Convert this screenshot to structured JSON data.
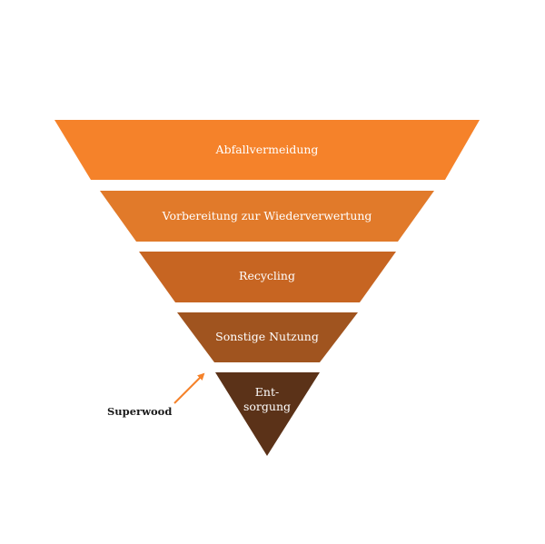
{
  "levels": [
    {
      "label": "Abfallvermeidung",
      "color": "#f5822a"
    },
    {
      "label": "Vorbereitung zur Wiederverwertung",
      "color": "#e17a2a"
    },
    {
      "label": "Recycling",
      "color": "#c76522"
    },
    {
      "label": "Sonstige Nutzung",
      "color": "#a0541f"
    },
    {
      "label_line1": "Ent-",
      "label_line2": "sorgung",
      "color": "#5b3218"
    }
  ],
  "callout": {
    "label": "Superwood",
    "arrow_color": "#f5822a"
  }
}
